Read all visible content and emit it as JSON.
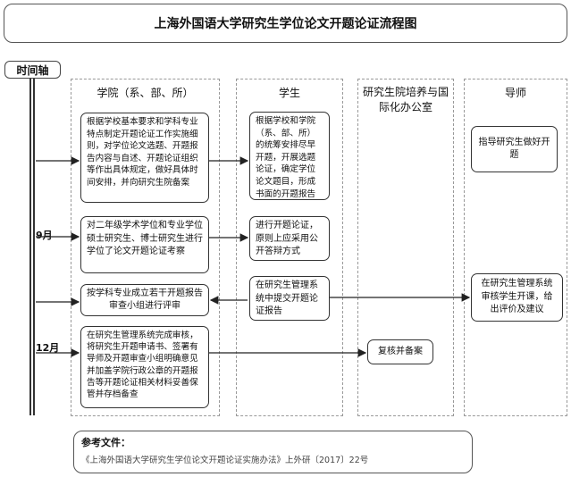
{
  "title": "上海外国语大学研究生学位论文开题论证流程图",
  "timeline": {
    "label": "时间轴",
    "months": [
      "9月",
      "12月"
    ]
  },
  "columns": [
    {
      "id": "school",
      "title": "学院（系、部、所）"
    },
    {
      "id": "student",
      "title": "学生"
    },
    {
      "id": "office",
      "title": "研究生院培养与国际化办公室"
    },
    {
      "id": "advisor",
      "title": "导师"
    }
  ],
  "boxes": {
    "school_1": "根据学校基本要求和学科专业特点制定开题论证工作实施细则，对学位论文选题、开题报告内容与自述、开题论证组织等作出具体规定，做好具体时间安排，并向研究生院备案",
    "school_2": "对二年级学术学位和专业学位硕士研究生、博士研究生进行学位了论文开题论证考察",
    "school_3": "按学科专业成立若干开题报告审查小组进行评审",
    "school_4": "在研究生管理系统完成审核，将研究生开题申请书、签署有导师及开题审查小组明确意见并加盖学院行政公章的开题报告等开题论证相关材料妥善保管并存档备查",
    "student_1": "根据学校和学院（系、部、所）的统筹安排尽早开题，开展选题论证，确定学位论文题目，形成书面的开题报告",
    "student_2": "进行开题论证，原则上应采用公开答辩方式",
    "student_3": "在研究生管理系统中提交开题论证报告",
    "office_1": "复核并备案",
    "advisor_1": "指导研究生做好开题",
    "advisor_2": "在研究生管理系统审核学生开课，给出评价及建议"
  },
  "reference": {
    "label": "参考文件：",
    "text": "《上海外国语大学研究生学位论文开题论证实施办法》上外研〔2017〕22号"
  }
}
